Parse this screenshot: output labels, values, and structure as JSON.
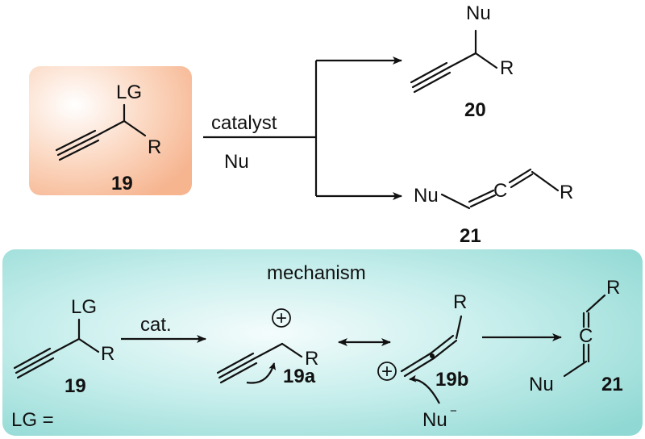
{
  "colors": {
    "starting_box": "#f6b48f",
    "mechanism_panel": "#8fd8d3",
    "ink": "#111111"
  },
  "top_scheme": {
    "substrate": {
      "leaving_group": "LG",
      "substituent": "R",
      "label": "19"
    },
    "reagents": {
      "above_arrow": "catalyst",
      "below_arrow": "Nu"
    },
    "product_upper": {
      "nucleophile": "Nu",
      "substituent": "R",
      "label": "20"
    },
    "product_lower": {
      "nucleophile": "Nu",
      "allene_carbon": "C",
      "substituent": "R",
      "label": "21"
    }
  },
  "mechanism": {
    "title": "mechanism",
    "substrate": {
      "leaving_group": "LG",
      "substituent": "R",
      "label": "19"
    },
    "step_reagent": "cat.",
    "cation_a": {
      "charge": "+",
      "substituent": "R",
      "label": "19a"
    },
    "cation_b": {
      "charge": "+",
      "substituent": "R",
      "label": "19b"
    },
    "nucleophile": {
      "symbol": "Nu",
      "charge": "−"
    },
    "product": {
      "substituent": "R",
      "allene_carbon": "C",
      "nucleophile": "Nu",
      "label": "21"
    },
    "lg_definition": "LG ="
  }
}
